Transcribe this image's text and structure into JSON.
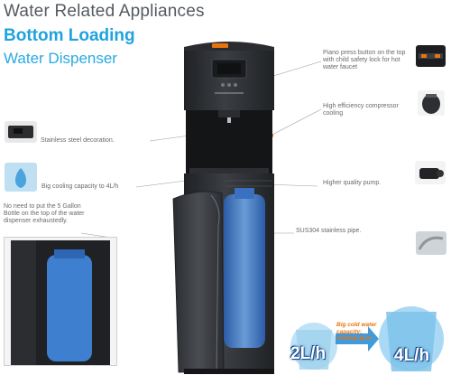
{
  "header": {
    "line1": "Water Related Appliances",
    "line2": "Bottom Loading",
    "line3": "Water Dispenser"
  },
  "features": {
    "piano_button": "Piano press button on the top with child safety lock for hot water faucet",
    "compressor": "High efficiency compressor cooling",
    "decoration": "Stainless steel decoration.",
    "cooling": "Big cooling capacity to 4L/h",
    "pump": "Higher quality pump.",
    "bottle": "No need to put the 5 Gallon Bottle on the top of the water dispenser exhaustedly.",
    "pipe": "SUS304 stainless pipe."
  },
  "comparison": {
    "before": "2L/h",
    "after": "4L/h",
    "callout": "Big cold water capacity: cooling 4L/h"
  },
  "colors": {
    "title_gray": "#555a60",
    "accent_blue": "#1fa3de",
    "accent_orange": "#e8740c",
    "body_dark": "#2e3034"
  }
}
